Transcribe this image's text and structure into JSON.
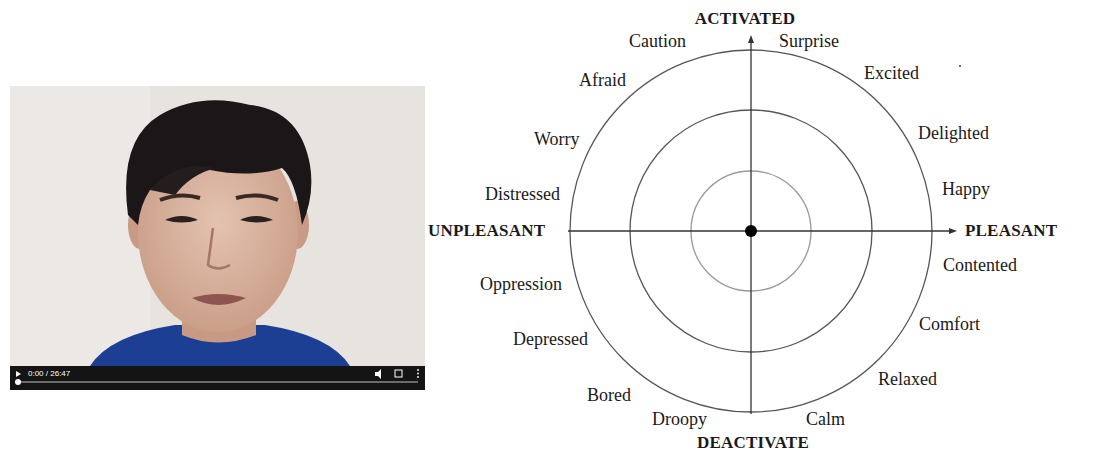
{
  "diagram": {
    "labels": [
      "0:00 / 26:47",
      "ACTIVATED",
      "Caution",
      "Surprise",
      "Excited",
      "Afraid",
      "Delighted",
      "Worry",
      "Happy",
      "Distressed",
      "UNPLEASANT",
      "PLEASANT",
      "Contented",
      "Oppression",
      "Comfort",
      "Depressed",
      "Relaxed",
      "Bored",
      "Droopy",
      "Calm",
      "DEACTIVATE"
    ]
  }
}
